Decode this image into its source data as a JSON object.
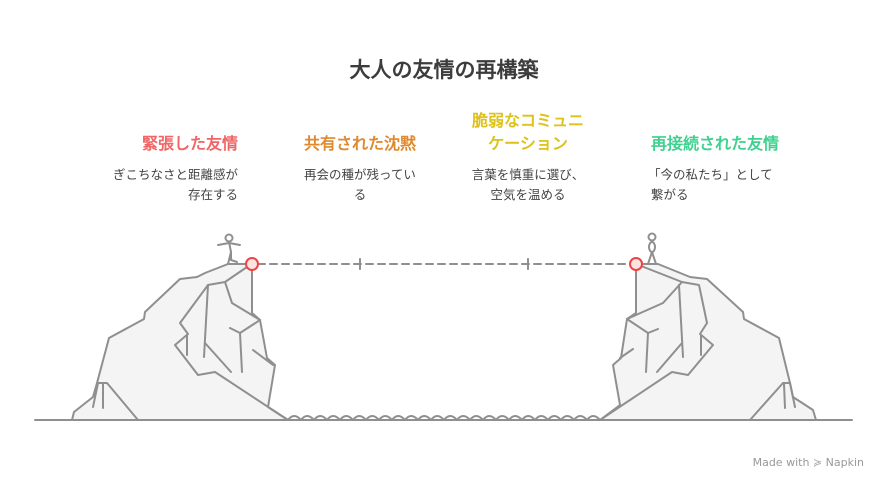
{
  "title": "大人の友情の再構築",
  "stages": [
    {
      "heading": "緊張した友情",
      "desc": [
        "ぎこちなさと距離感が",
        "存在する"
      ],
      "color": "#f06565"
    },
    {
      "heading": "共有された沈黙",
      "desc": [
        "再会の種が残ってい",
        "る"
      ],
      "color": "#e0892e"
    },
    {
      "heading": [
        "脆弱なコミュニ",
        "ケーション"
      ],
      "desc": [
        "言葉を慎重に選び、",
        "空気を温める"
      ],
      "color": "#dcc21a"
    },
    {
      "heading": "再接続された友情",
      "desc": [
        "「今の私たち」として",
        "繋がる"
      ],
      "color": "#3fd18f"
    }
  ],
  "credit": "Made with",
  "brand": "Napkin",
  "colors": {
    "line": "#8f8f8f",
    "rock_fill": "#f4f4f4",
    "marker": "#ee4444"
  }
}
